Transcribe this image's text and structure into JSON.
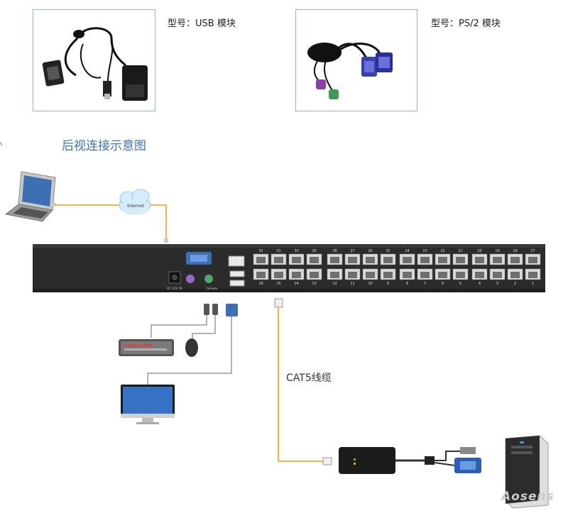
{
  "modules": {
    "usb_label": "型号：USB 模块",
    "ps2_label": "型号：PS/2 模块"
  },
  "heading": "后视连接示意图",
  "internet_label": "Internet",
  "cable_label": "CAT5线缆",
  "watermark": "Aosens",
  "panel": {
    "power_label": "DC 12V 3A",
    "console_label": "Console",
    "port_numbers_top": [
      "32",
      "31",
      "30",
      "29",
      "28",
      "27",
      "26",
      "25",
      "24",
      "23",
      "22",
      "21",
      "20",
      "19",
      "18",
      "17"
    ],
    "port_numbers_bottom": [
      "16",
      "15",
      "14",
      "13",
      "12",
      "11",
      "10",
      "9",
      "8",
      "7",
      "6",
      "5",
      "4",
      "3",
      "2",
      "1"
    ]
  },
  "colors": {
    "orange_cable": "#f5b342",
    "gray_cable": "#9a9a9a",
    "panel_body": "#2b2b2b",
    "heading_blue": "#3f72b3",
    "photo_border": "#8fb3d9"
  }
}
